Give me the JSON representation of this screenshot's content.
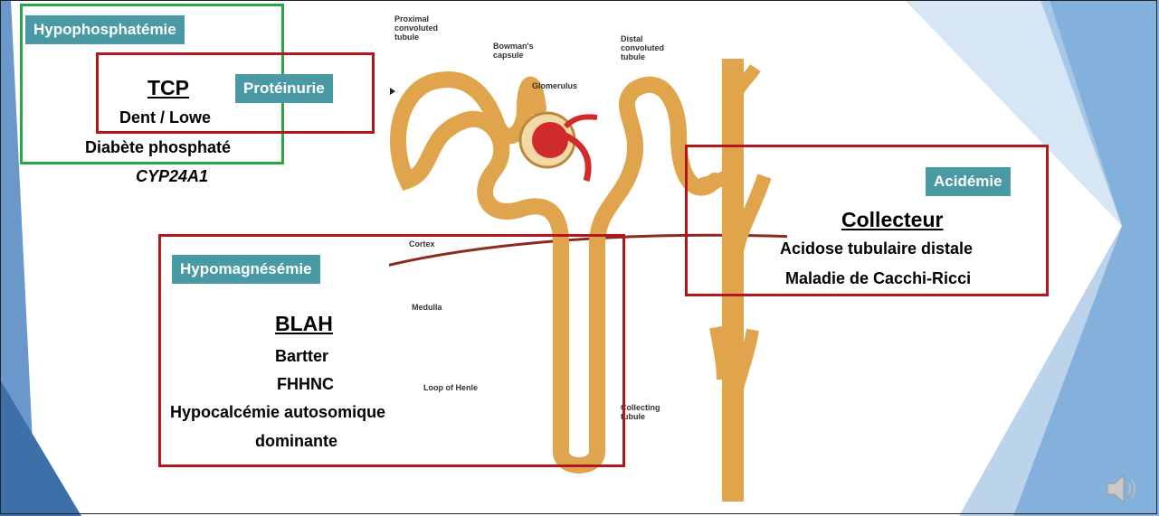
{
  "colors": {
    "tag_bg": "#4a9aa5",
    "red_frame": "#b4161d",
    "green_frame": "#28a745",
    "tubule": "#e0a54c",
    "glomerulus": "#d12a2a"
  },
  "tags": {
    "hypophosphatemie": "Hypophosphatémie",
    "proteinurie": "Protéinurie",
    "acidemie": "Acidémie",
    "hypomagnesemie": "Hypomagnésémie"
  },
  "tcp": {
    "title": "TCP",
    "lines": [
      "Dent / Lowe",
      "Diabète phosphaté",
      "CYP24A1"
    ]
  },
  "collecteur": {
    "title": "Collecteur",
    "lines": [
      "Acidose tubulaire distale",
      "Maladie de Cacchi-Ricci"
    ]
  },
  "blah": {
    "title": "BLAH",
    "lines": [
      "Bartter",
      "FHHNC",
      "Hypocalcémie autosomique",
      "dominante"
    ]
  },
  "diagram_labels": {
    "proximal": [
      "Proximal",
      "convoluted",
      "tubule"
    ],
    "bowman": [
      "Bowman's",
      "capsule"
    ],
    "glomerulus": "Glomerulus",
    "distal": [
      "Distal",
      "convoluted",
      "tubule"
    ],
    "cortex": "Cortex",
    "medulla": "Medulla",
    "loop": "Loop of Henle",
    "collecting": [
      "Collecting",
      "tubule"
    ]
  },
  "icons": {
    "speaker": "speaker-icon"
  }
}
